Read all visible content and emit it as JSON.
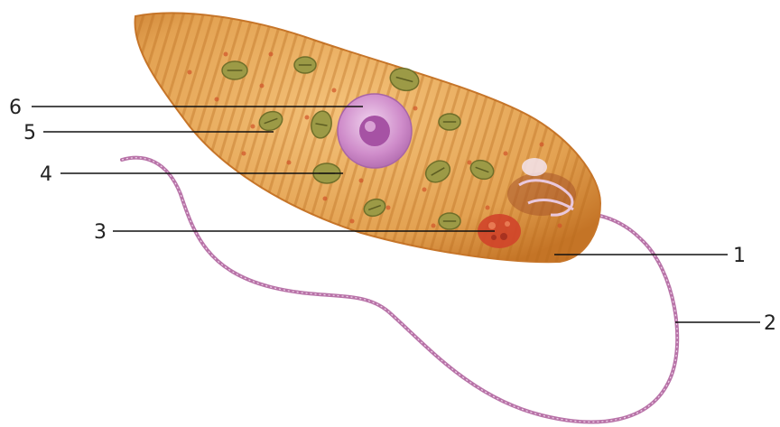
{
  "labels": {
    "l1": "1",
    "l2": "2",
    "l3": "3",
    "l4": "4",
    "l5": "5",
    "l6": "6"
  },
  "colors": {
    "body_fill": "#e3a252",
    "body_edge": "#c7762a",
    "stripe": "#b86a1f",
    "nucleus": "#c97fc4",
    "nucleolus": "#8d3a8e",
    "chloroplast": "#8d8f3c",
    "eyespot": "#d0442a",
    "flagellum": "#b873a8",
    "leader": "#111111"
  },
  "icons": [
    "euglena-cell",
    "flagellum",
    "nucleus",
    "chloroplast",
    "eyespot"
  ]
}
